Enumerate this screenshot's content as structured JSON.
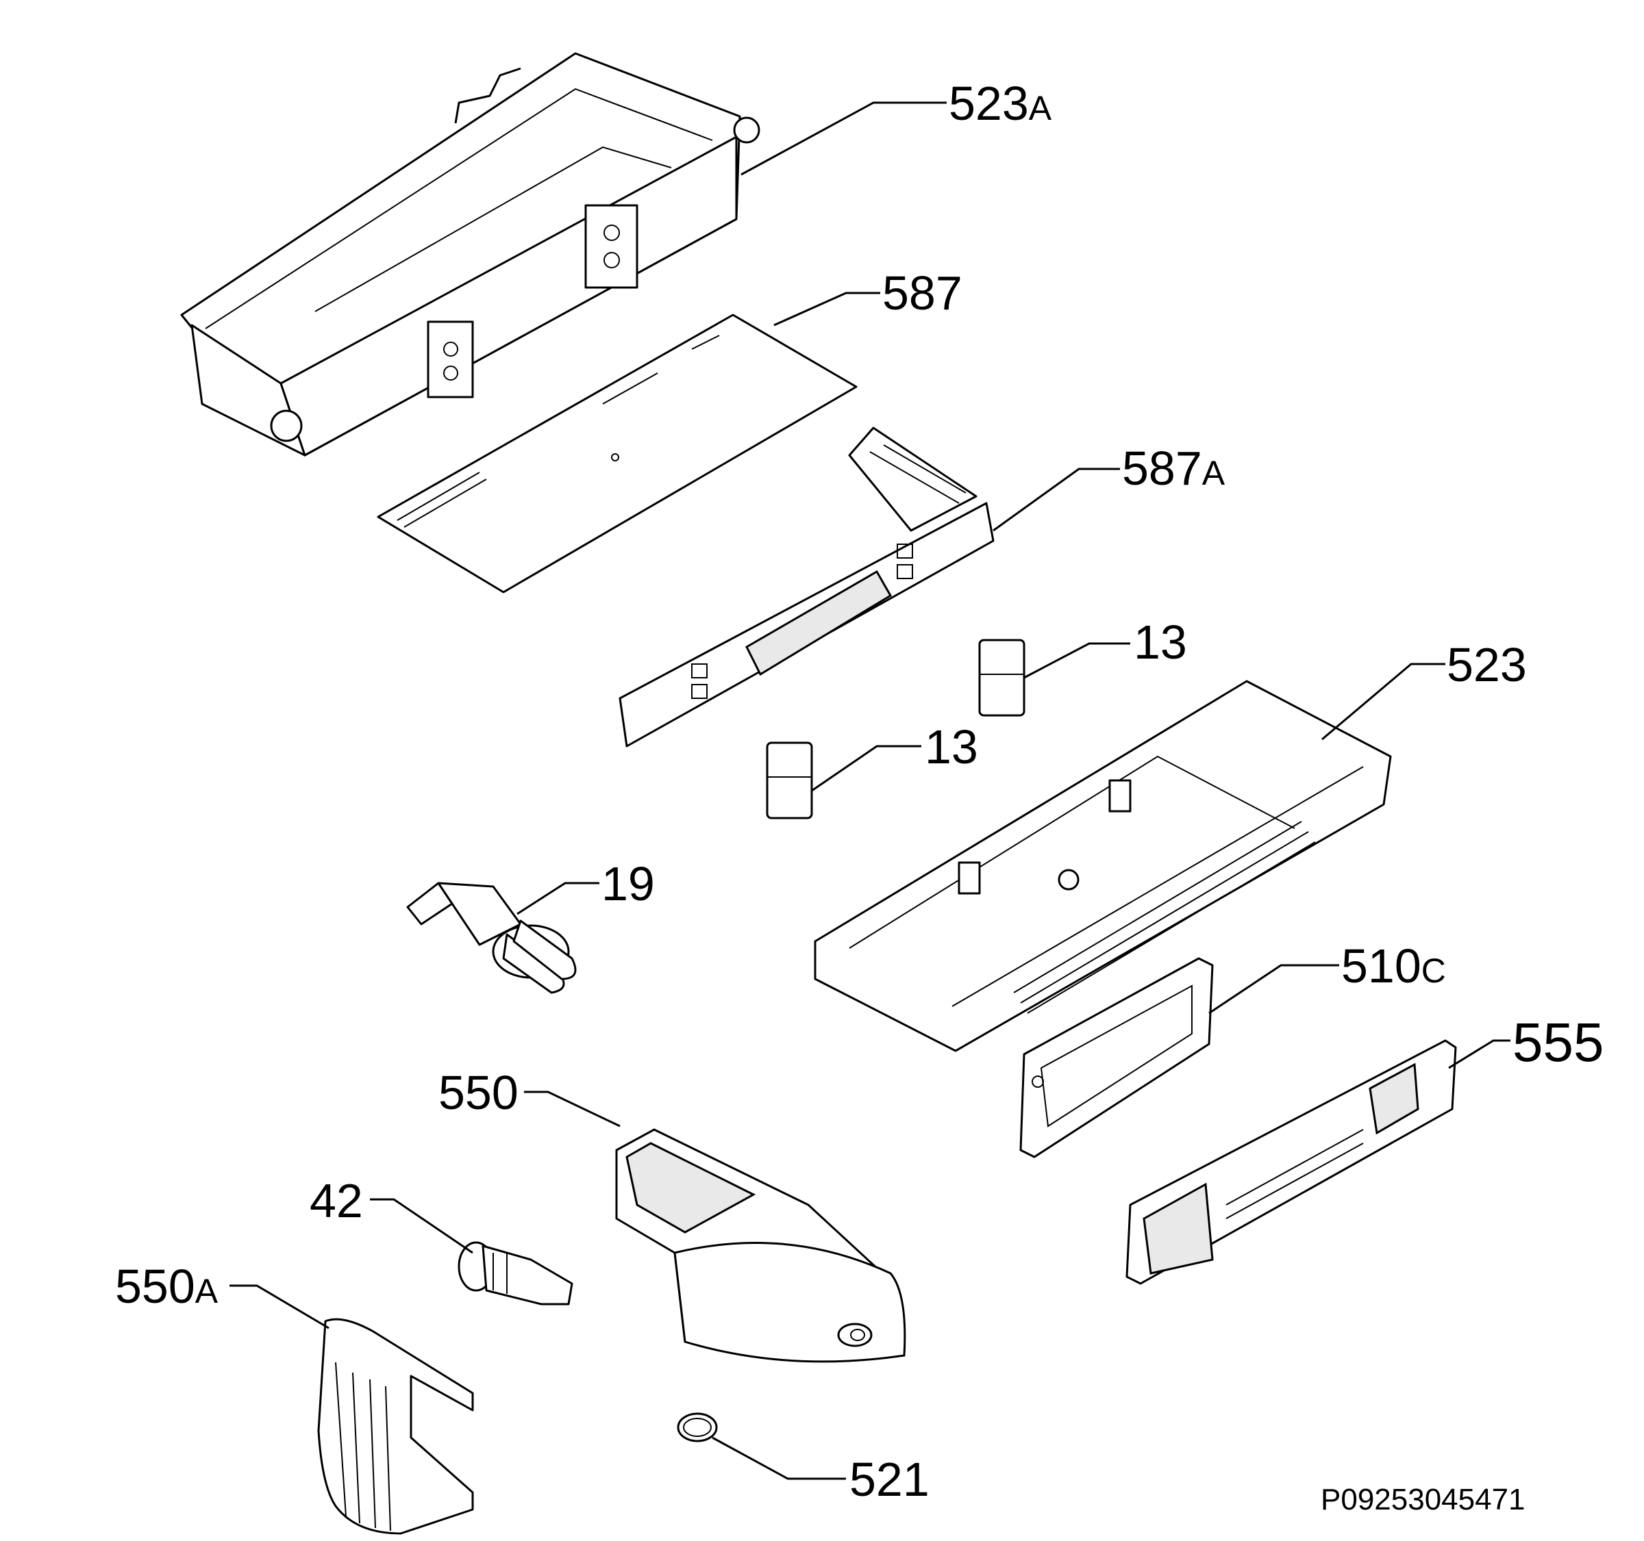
{
  "callouts": [
    {
      "id": "523A",
      "number": "523",
      "suffix": "A"
    },
    {
      "id": "587",
      "number": "587",
      "suffix": ""
    },
    {
      "id": "587A",
      "number": "587",
      "suffix": "A"
    },
    {
      "id": "13a",
      "number": "13",
      "suffix": ""
    },
    {
      "id": "523",
      "number": "523",
      "suffix": ""
    },
    {
      "id": "13b",
      "number": "13",
      "suffix": ""
    },
    {
      "id": "19",
      "number": "19",
      "suffix": ""
    },
    {
      "id": "510C",
      "number": "510",
      "suffix": "C"
    },
    {
      "id": "555",
      "number": "555",
      "suffix": ""
    },
    {
      "id": "550",
      "number": "550",
      "suffix": ""
    },
    {
      "id": "42",
      "number": "42",
      "suffix": ""
    },
    {
      "id": "550A",
      "number": "550",
      "suffix": "A"
    },
    {
      "id": "521",
      "number": "521",
      "suffix": ""
    }
  ],
  "document_code": "P09253045471"
}
